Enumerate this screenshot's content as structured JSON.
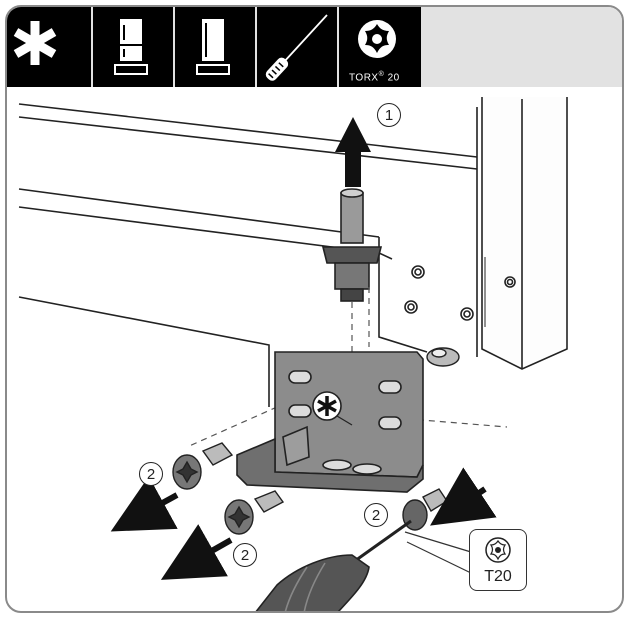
{
  "toolbar": {
    "icons": [
      "asterisk-icon",
      "fridge-freezer-icon",
      "fridge-single-door-icon",
      "screwdriver-icon",
      "torx-star-icon"
    ],
    "torx_brand": "TORX",
    "torx_reg": "®",
    "torx_size": "20"
  },
  "illustration": {
    "step_lift": "1",
    "step_unscrew": [
      "2",
      "2",
      "2"
    ],
    "tool_size": "T20"
  },
  "colors": {
    "toolbar_bg": "#000000",
    "toolbar_fill": "#e2e2e2",
    "line_art": "#222222",
    "arrow": "#111111"
  }
}
